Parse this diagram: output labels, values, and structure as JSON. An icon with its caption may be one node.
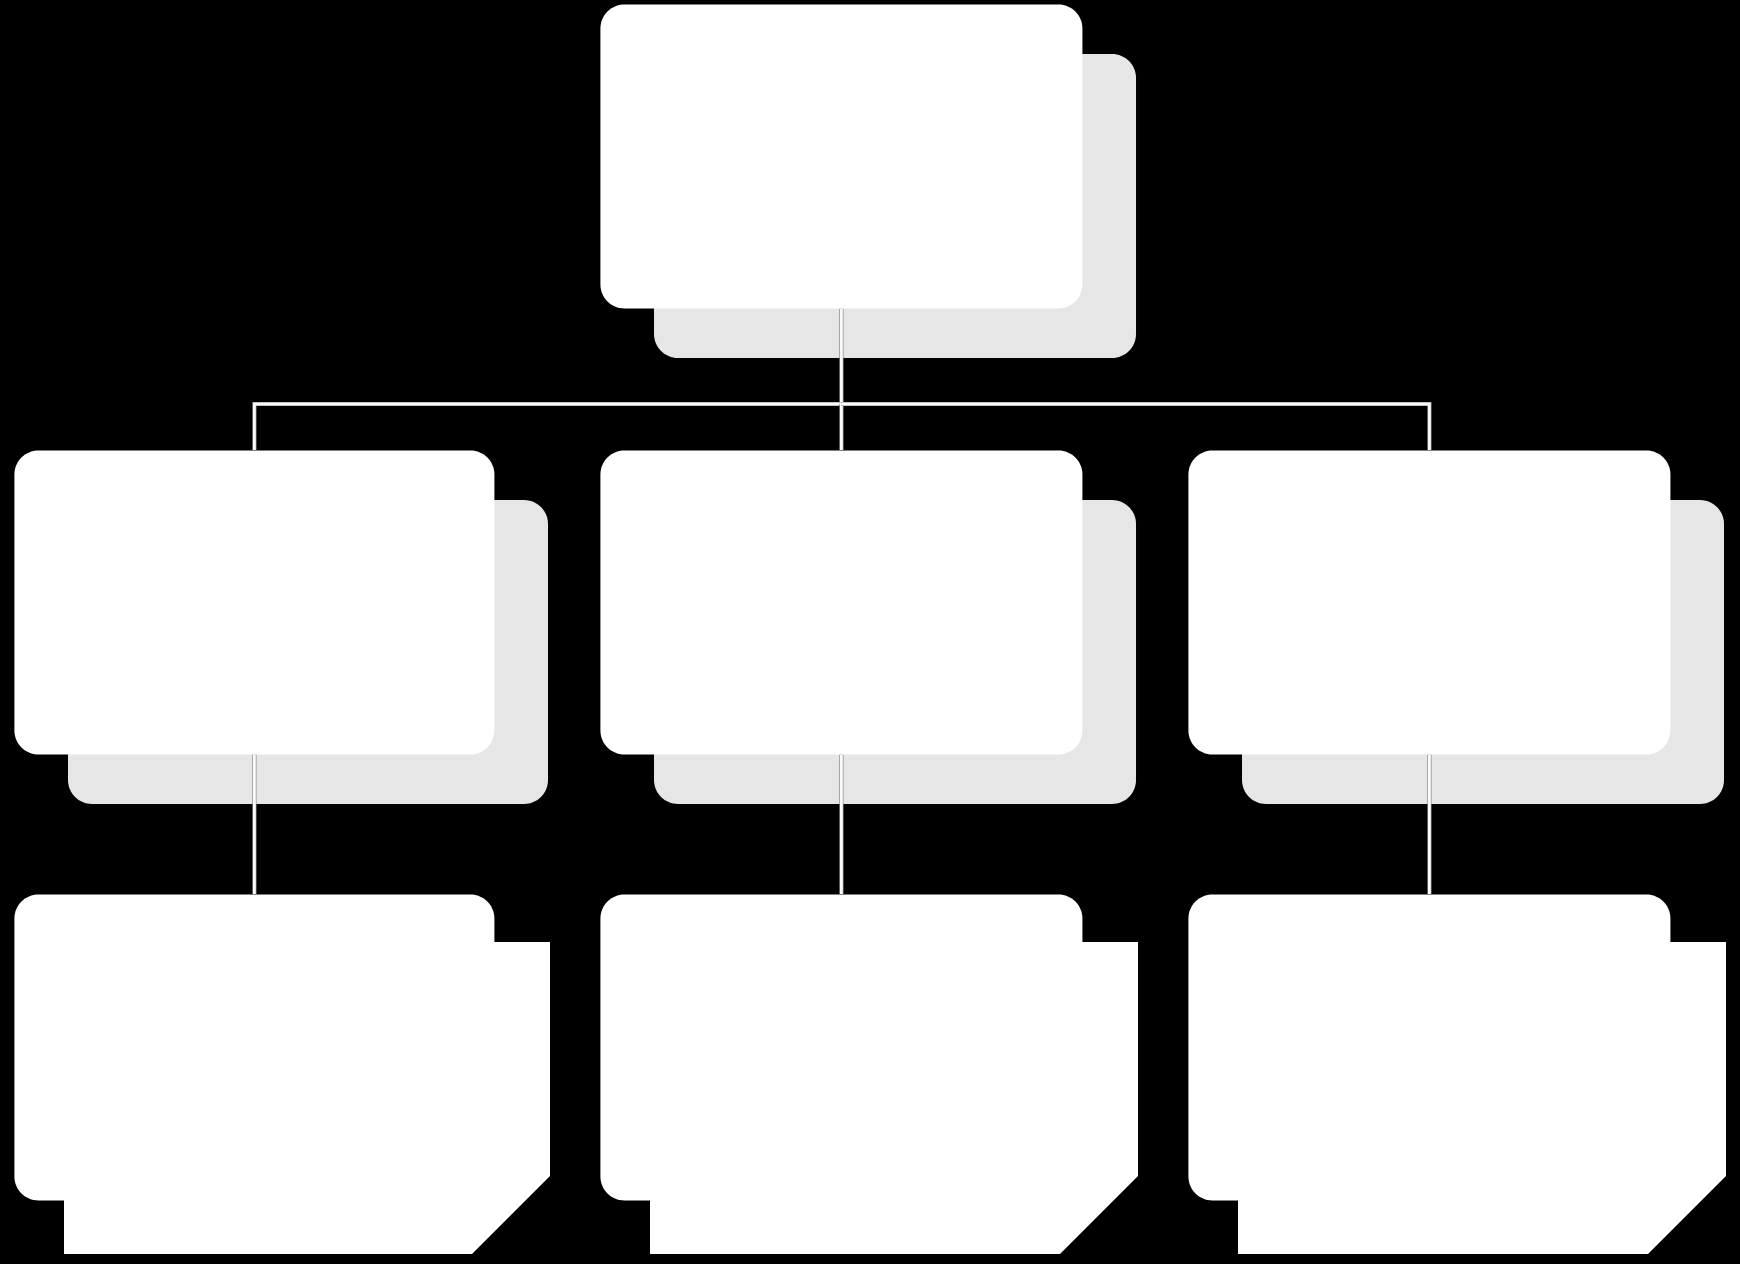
{
  "diagram": {
    "nodes": [
      {
        "text": [],
        "shape": "box"
      },
      {
        "text": [],
        "shape": "box"
      },
      {
        "text": [],
        "shape": "box"
      },
      {
        "text": [],
        "shape": "box"
      },
      {
        "text": [],
        "shape": "box"
      },
      {
        "text": [],
        "shape": "box"
      },
      {
        "text": [],
        "shape": "box"
      }
    ],
    "edges": [
      {
        "from": 0,
        "to": 1,
        "arrow": "none"
      },
      {
        "from": 0,
        "to": 2,
        "arrow": "none"
      },
      {
        "from": 0,
        "to": 3,
        "arrow": "none"
      },
      {
        "from": 1,
        "to": 4,
        "arrow": "none"
      },
      {
        "from": 2,
        "to": 5,
        "arrow": "none"
      },
      {
        "from": 3,
        "to": 6,
        "arrow": "none"
      }
    ]
  }
}
